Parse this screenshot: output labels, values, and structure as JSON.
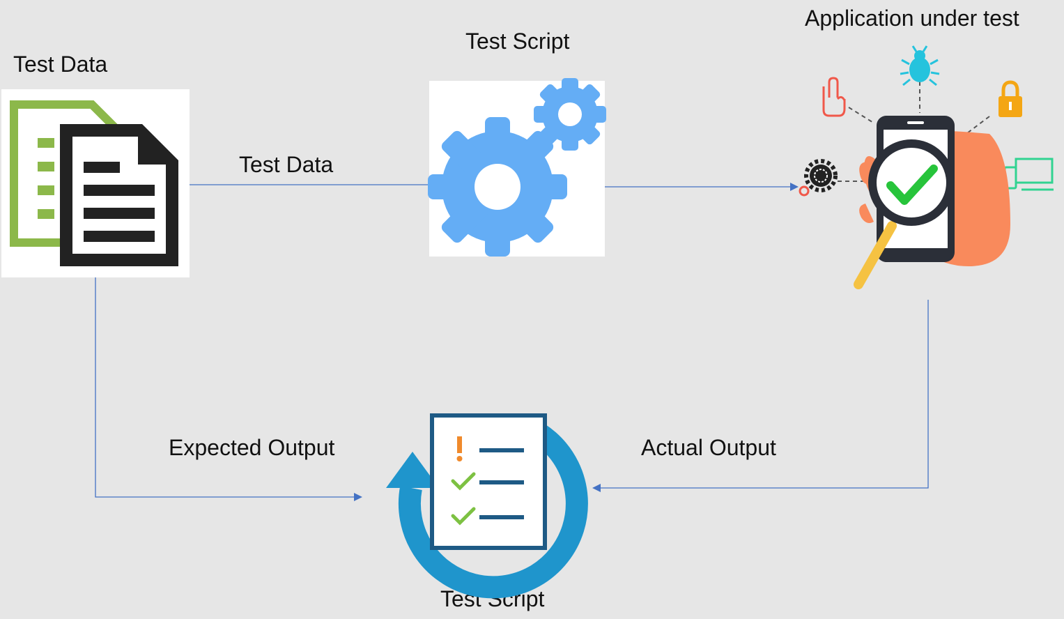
{
  "labels": {
    "test_data_title": "Test Data",
    "test_script_title": "Test Script",
    "app_under_test_title": "Application under test",
    "test_data_arrow": "Test Data",
    "expected_output": "Expected Output",
    "actual_output": "Actual Output",
    "test_script_bottom": "Test Script"
  },
  "colors": {
    "background": "#e6e6e6",
    "arrow": "#4472c4",
    "doc_green": "#8cb84a",
    "doc_black": "#222222",
    "gear_blue": "#64adf5",
    "cycle_blue": "#1f95cc",
    "check_green": "#7dc142",
    "alert_orange": "#f08a2c",
    "phone_dark": "#2b2f38",
    "hand_orange": "#f98a5c",
    "magnifier_yellow": "#f5c242",
    "check_bright": "#27c43b",
    "bug_cyan": "#25c3dd",
    "lock_orange": "#f4a614",
    "device_green": "#31d391",
    "touch_red": "#f0584a"
  },
  "icons": [
    "documents-icon",
    "gears-icon",
    "mobile-testing-icon",
    "test-cycle-checklist-icon"
  ]
}
